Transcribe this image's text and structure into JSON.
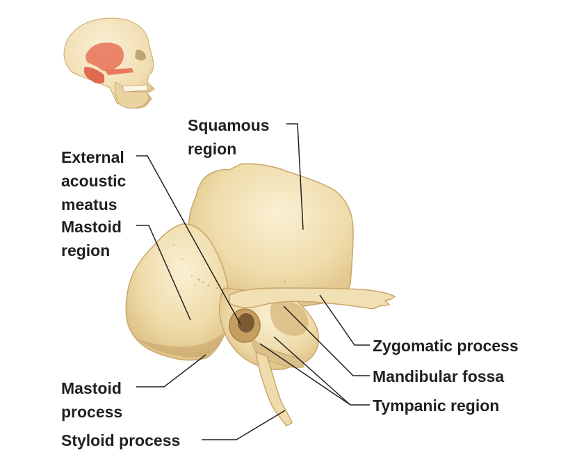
{
  "labels": {
    "squamous_region": [
      "Squamous",
      "region"
    ],
    "external_acoustic_meatus": [
      "External",
      "acoustic",
      "meatus"
    ],
    "mastoid_region": [
      "Mastoid",
      "region"
    ],
    "mastoid_process": [
      "Mastoid",
      "process"
    ],
    "styloid_process": "Styloid process",
    "zygomatic_process": "Zygomatic process",
    "mandibular_fossa": "Mandibular fossa",
    "tympanic_region": "Tympanic region"
  },
  "colors": {
    "bone": "#eedcaa",
    "bone_shadow": "#c9a66b",
    "skull_highlight": "#e8795e",
    "text": "#231f20",
    "leader_line": "#231f20"
  }
}
